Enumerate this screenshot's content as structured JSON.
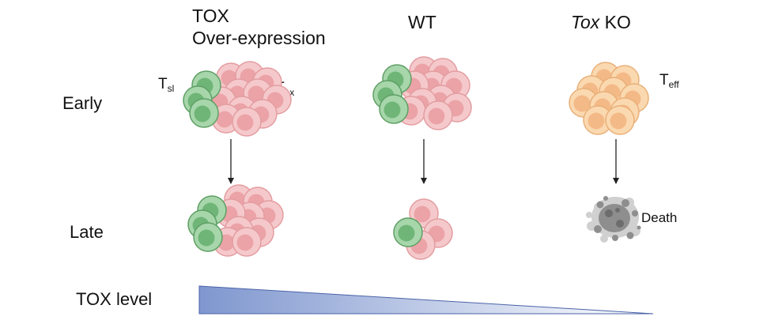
{
  "columns": {
    "overexpression": {
      "line1": "TOX",
      "line2": "Over-expression"
    },
    "wt": {
      "title": "WT"
    },
    "ko": {
      "italic": "Tox",
      "rest": " KO"
    }
  },
  "rows": {
    "early": "Early",
    "late": "Late"
  },
  "labels": {
    "tsl": {
      "main": "T",
      "sub": "sl"
    },
    "tex": {
      "main": "T",
      "sub": "ex"
    },
    "teff": {
      "main": "T",
      "sub": "eff"
    },
    "death": "Death"
  },
  "gradient": {
    "label": "TOX level",
    "color_high": "#7f97cf",
    "color_low": "#ffffff"
  },
  "colors": {
    "tsl_fill": "#a7d6ab",
    "tsl_core": "#6fb577",
    "tsl_edge": "#5f9f65",
    "tex_fill": "#f5c9cb",
    "tex_core": "#eba3a8",
    "tex_edge": "#e39da1",
    "teff_fill": "#fbd9b0",
    "teff_core": "#f3b987",
    "teff_edge": "#e9b07a",
    "death": "#8e8e8e"
  }
}
